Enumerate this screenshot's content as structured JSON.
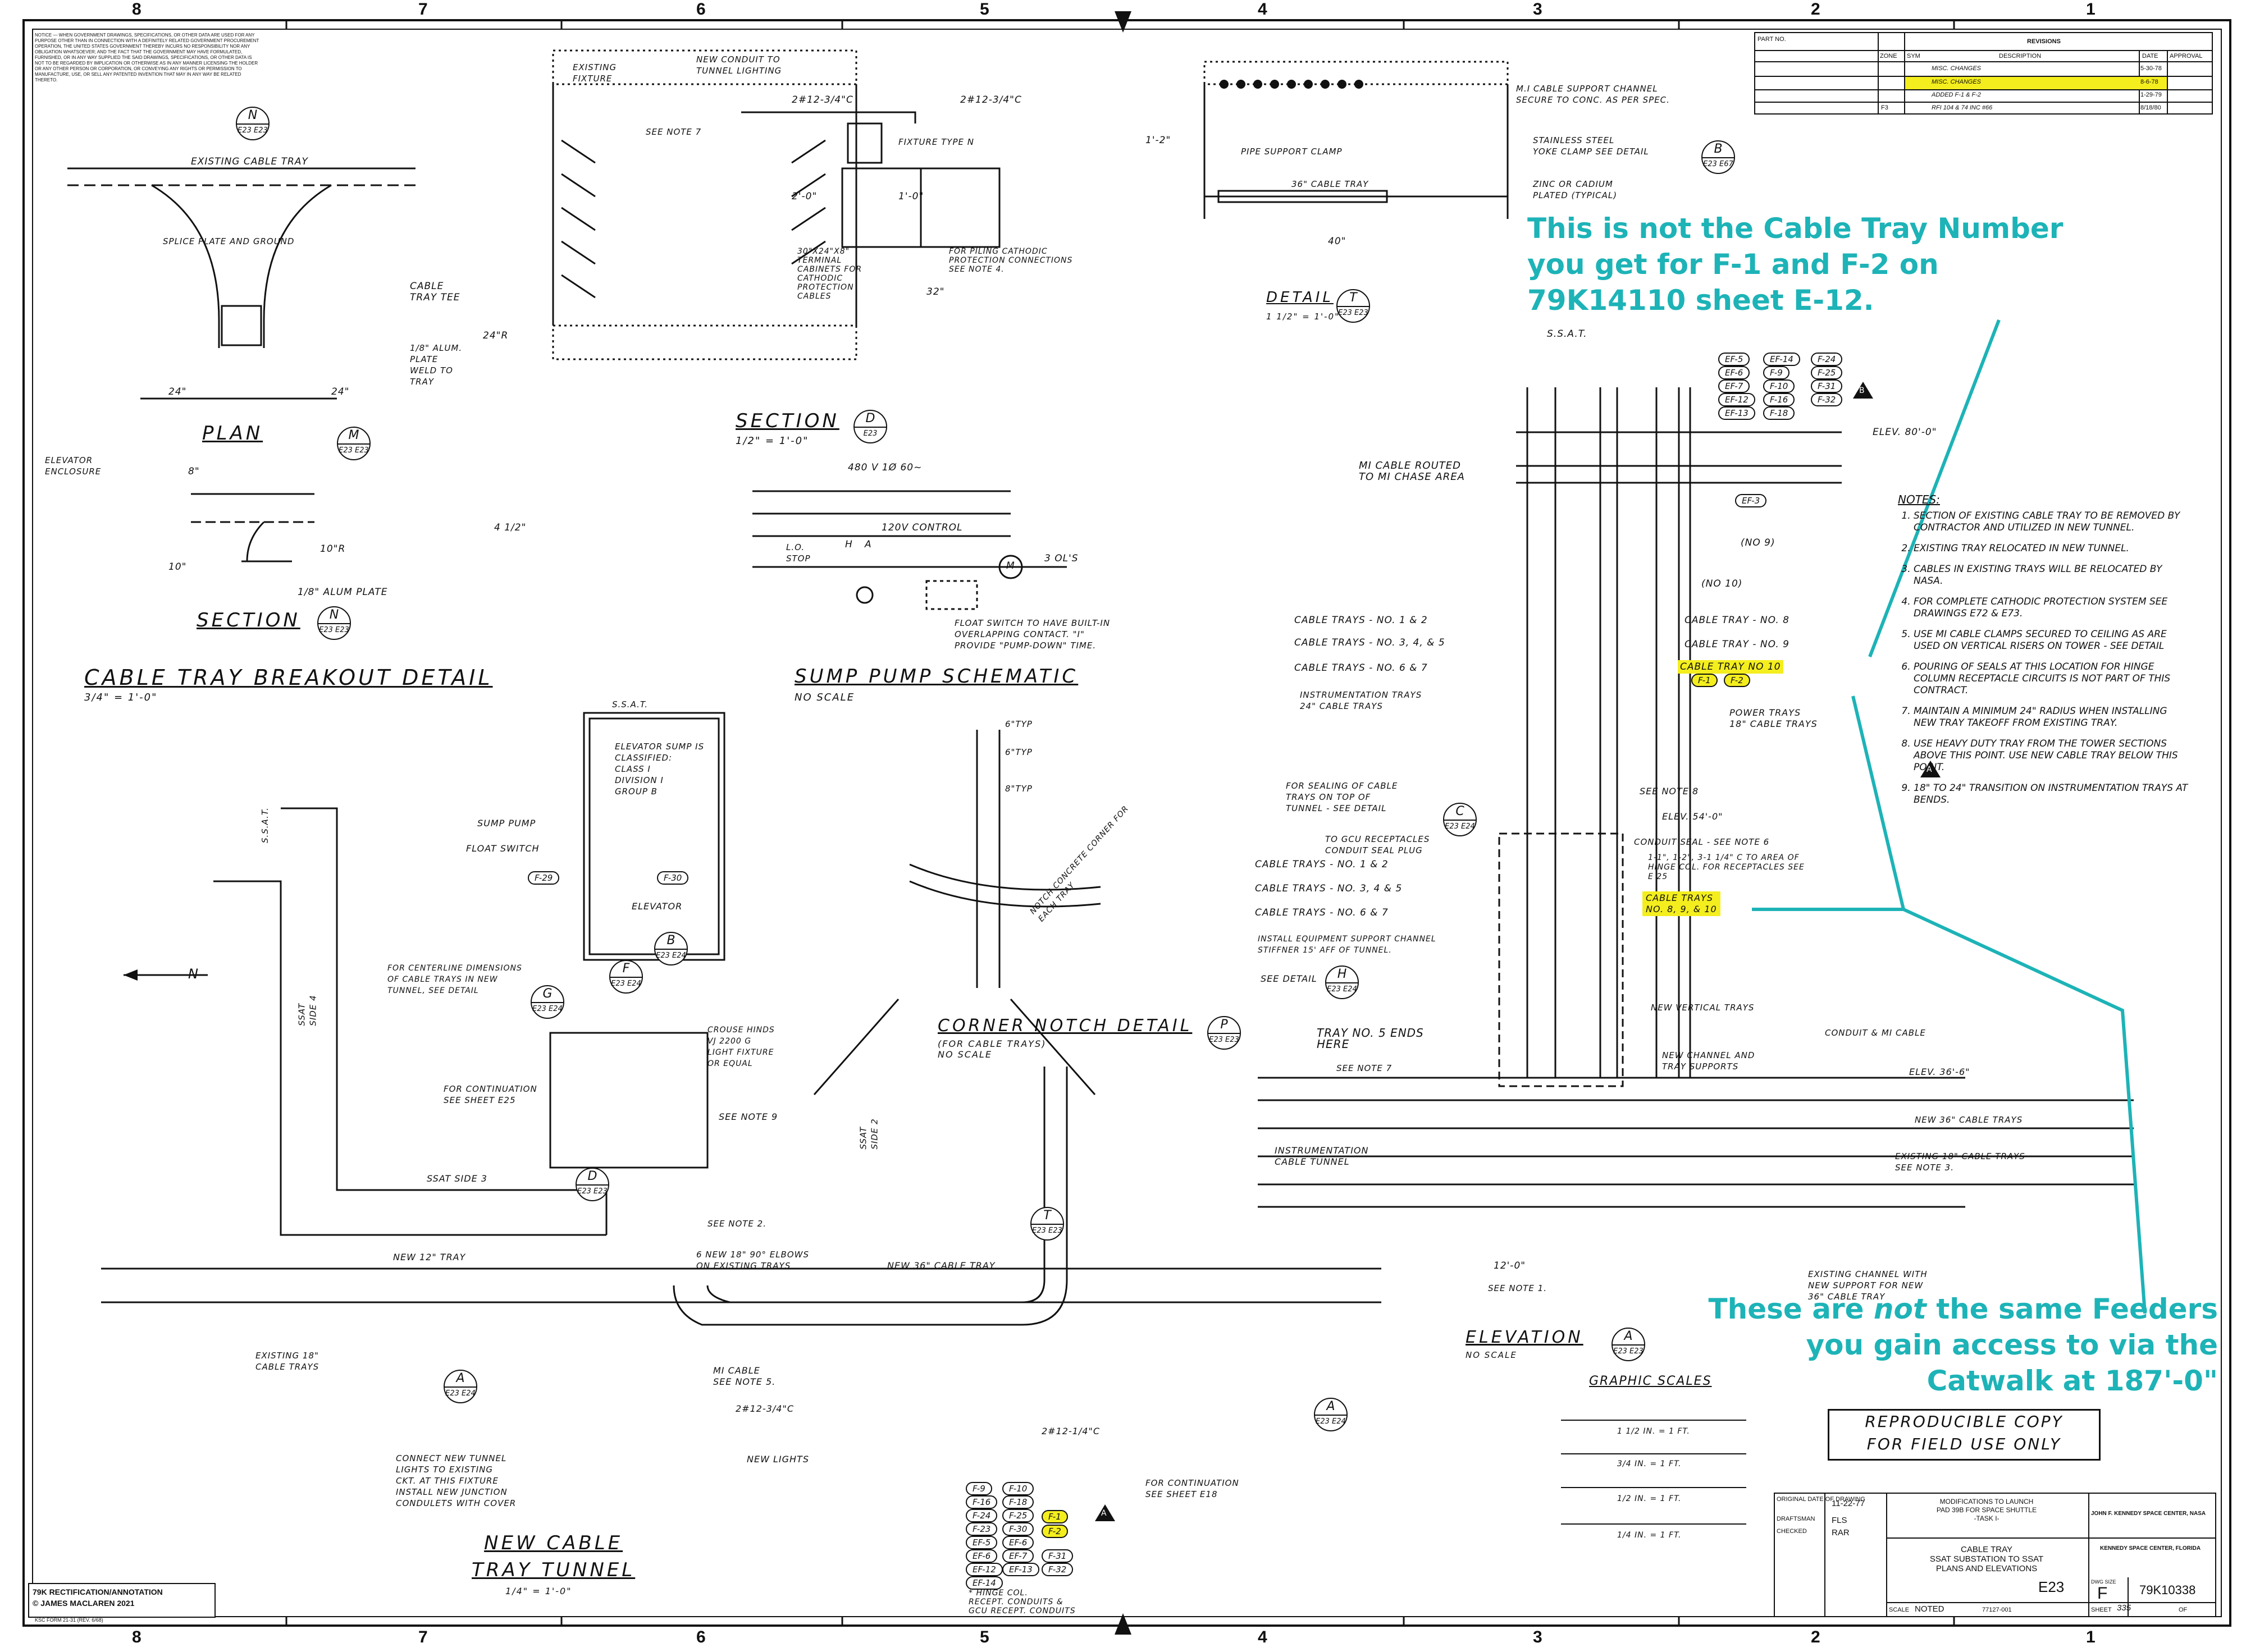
{
  "border": {
    "zones_top": [
      "8",
      "7",
      "6",
      "5",
      "4",
      "3",
      "2",
      "1"
    ],
    "zones_bottom": [
      "8",
      "7",
      "6",
      "5",
      "4",
      "3",
      "2",
      "1"
    ]
  },
  "notice": "NOTICE — WHEN GOVERNMENT DRAWINGS, SPECIFICATIONS, OR OTHER DATA ARE USED FOR ANY PURPOSE OTHER THAN IN CONNECTION WITH A DEFINITELY RELATED GOVERNMENT PROCUREMENT OPERATION, THE UNITED STATES GOVERNMENT THEREBY INCURS NO RESPONSIBILITY NOR ANY OBLIGATION WHATSOEVER; AND THE FACT THAT THE GOVERNMENT MAY HAVE FORMULATED, FURNISHED, OR IN ANY WAY SUPPLIED THE SAID DRAWINGS, SPECIFICATIONS, OR OTHER DATA IS NOT TO BE REGARDED BY IMPLICATION OR OTHERWISE AS IN ANY MANNER LICENSING THE HOLDER OR ANY OTHER PERSON OR CORPORATION, OR CONVEYING ANY RIGHTS OR PERMISSION TO MANUFACTURE, USE, OR SELL ANY PATENTED INVENTION THAT MAY IN ANY WAY BE RELATED THERETO.",
  "revisions": {
    "header": "REVISIONS",
    "part_no": "PART NO.",
    "cols": [
      "ZONE",
      "SYM",
      "DESCRIPTION",
      "DATE",
      "APPROVAL"
    ],
    "rows": [
      {
        "zone": "",
        "sym": "",
        "desc": "MISC. CHANGES",
        "date": "5-30-78",
        "hl": false
      },
      {
        "zone": "",
        "sym": "",
        "desc": "MISC. CHANGES",
        "date": "8-6-78",
        "hl": false
      },
      {
        "zone": "",
        "sym": "",
        "desc": "ADDED F-1 & F-2",
        "date": "1-29-79",
        "hl": true
      },
      {
        "zone": "F3",
        "sym": "",
        "desc": "RFI 104 & 74 INC #66",
        "date": "8/18/80",
        "hl": false
      }
    ]
  },
  "breakout": {
    "title": "CABLE TRAY BREAKOUT DETAIL",
    "scale": "3/4\" = 1'-0\"",
    "existing_tray": "EXISTING CABLE TRAY",
    "splice": "SPLICE PLATE AND GROUND",
    "tee": "CABLE\nTRAY TEE",
    "radius": "24\"R",
    "plate": "1/8\" ALUM.\nPLATE\nWELD TO\nTRAY",
    "dim_left": "24\"",
    "dim_right": "24\"",
    "plan": "PLAN",
    "elevator_enclosure": "ELEVATOR\nENCLOSURE",
    "radius2": "10\"R",
    "alum_plate": "1/8\" ALUM PLATE",
    "section": "SECTION",
    "dim_8": "8\"",
    "dim_10": "10\"",
    "dim_4": "4 1/2\""
  },
  "fixture_detail": {
    "existing_fixture": "EXISTING\nFIXTURE",
    "new_conduit": "NEW CONDUIT TO\nTUNNEL LIGHTING",
    "conduit_1": "2#12-3/4\"C",
    "conduit_2": "2#12-3/4\"C",
    "see_note_7": "SEE NOTE 7",
    "fixture_type": "FIXTURE TYPE N",
    "dim_2": "2'-0\"",
    "dim_1": "1'-0\"",
    "terminal": "30\"x24\"x8\"\nTERMINAL\nCABINETS FOR\nCATHODIC\nPROTECTION\nCABLES",
    "piling": "FOR PILING CATHODIC\nPROTECTION CONNECTIONS\nSEE NOTE 4.",
    "dim_32": "32\""
  },
  "section_d": {
    "title": "SECTION",
    "scale": "1/2\" = 1'-0\"",
    "v480": "480 V 1Ø 60~",
    "v120": "120V CONTROL",
    "lo_stop": "L.O.\nSTOP",
    "h": "H",
    "a": "A",
    "ols": "3 OL'S",
    "float_note": "FLOAT SWITCH TO HAVE BUILT-IN\nOVERLAPPING CONTACT. \"I\"\nPROVIDE \"PUMP-DOWN\" TIME.",
    "m": "M",
    "schematic_title": "SUMP PUMP SCHEMATIC",
    "no_scale": "NO SCALE"
  },
  "support_detail": {
    "mi_channel": "M.I CABLE SUPPORT CHANNEL\nSECURE TO CONC. AS PER SPEC.",
    "stainless": "STAINLESS STEEL\nYOKE CLAMP SEE DETAIL",
    "zinc": "ZINC OR CADIUM\nPLATED (TYPICAL)",
    "pipe_clamp": "PIPE SUPPORT CLAMP",
    "tray_36": "36\" CABLE TRAY",
    "dim_40": "40\"",
    "dim_12": "1'-2\"",
    "detail": "DETAIL",
    "detail_scale": "1 1/2\" = 1'-0\""
  },
  "annotations": {
    "top": "This is not the Cable Tray Number\nyou get for F-1 and F-2 on\n79K14110 sheet E-12.",
    "bottom_pre": "These are ",
    "bottom_em": "not",
    "bottom_post": " the same Feeders\nyou gain access to via the\nCatwalk at 187'-0\""
  },
  "feeders_top": [
    [
      "EF-5",
      "EF-14",
      "F-24"
    ],
    [
      "EF-6",
      "F-9",
      "F-25"
    ],
    [
      "EF-7",
      "F-10",
      "F-31"
    ],
    [
      "EF-12",
      "F-16",
      "F-32"
    ],
    [
      "EF-13",
      "F-18",
      ""
    ]
  ],
  "elevation": {
    "ssat": "S.S.A.T.",
    "elev80": "ELEV. 80'-0\"",
    "mi_routed": "MI CABLE ROUTED\nTO MI CHASE AREA",
    "ef3": "EF-3",
    "no9": "(No 9)",
    "no10": "(No 10)",
    "trays_12": "CABLE TRAYS - No. 1 & 2",
    "trays_345": "CABLE TRAYS - No. 3, 4, & 5",
    "trays_67": "CABLE TRAYS - No. 6 & 7",
    "instr": "INSTRUMENTATION TRAYS\n24\" CABLE TRAYS",
    "tray8": "CABLE TRAY - No. 8",
    "tray9": "CABLE TRAY  - No. 9",
    "tray10": "CABLE TRAY  No 10",
    "f1": "F-1",
    "f2": "F-2",
    "power": "POWER TRAYS\n18\" CABLE TRAYS",
    "sealing": "FOR SEALING OF CABLE\nTRAYS ON TOP OF\nTUNNEL - SEE DETAIL",
    "see_note8": "SEE NOTE 8",
    "elev54": "ELEV. 54'-0\"",
    "gcu": "TO GCU RECEPTACLES\nCONDUIT SEAL PLUG",
    "conduit_seal": "CONDUIT SEAL - SEE NOTE 6",
    "hinge": "1-1\", 1-2\", 3-1 1/4\" C TO AREA OF\nHINGE COL. FOR RECEPTACLES SEE\nE 25",
    "lower_12": "CABLE TRAYS - No. 1 & 2",
    "lower_345": "CABLE TRAYS - No. 3, 4 & 5",
    "lower_67": "CABLE TRAYS - No. 6 & 7",
    "trays_8910": "CABLE TRAYS\nNo. 8, 9, & 10",
    "install": "INSTALL EQUIPMENT SUPPORT CHANNEL\nSTIFFNER 15' AFF OF TUNNEL.",
    "see_detail": "SEE DETAIL",
    "new_vertical": "NEW VERTICAL TRAYS",
    "tray5_ends": "TRAY NO. 5 ENDS\nHERE",
    "see_note7": "SEE NOTE 7",
    "new_channel": "NEW CHANNEL AND\nTRAY SUPPORTS",
    "conduit_mi": "CONDUIT & MI CABLE",
    "elev36": "ELEV. 36'-6\"",
    "new36": "NEW    36\" CABLE TRAYS",
    "instr_tunnel": "INSTRUMENTATION\nCABLE TUNNEL",
    "existing18": "EXISTING 18\" CABLE TRAYS\nSEE NOTE 3.",
    "dim_12": "12'-0\"",
    "see_note1": "SEE NOTE 1.",
    "existing_channel": "EXISTING CHANNEL WITH\nNEW SUPPORT FOR NEW\n36\" CABLE TRAY",
    "title": "ELEVATION",
    "no_scale": "NO SCALE"
  },
  "notes": {
    "title": "NOTES:",
    "items": [
      "SECTION OF EXISTING CABLE TRAY TO BE REMOVED BY CONTRACTOR AND UTILIZED IN NEW TUNNEL.",
      "EXISTING TRAY RELOCATED IN NEW TUNNEL.",
      "CABLES IN EXISTING TRAYS WILL BE RELOCATED BY NASA.",
      "FOR COMPLETE CATHODIC PROTECTION SYSTEM SEE DRAWINGS E72 & E73.",
      "USE MI CABLE CLAMPS SECURED TO CEILING AS ARE USED ON VERTICAL RISERS ON TOWER - SEE DETAIL",
      "POURING OF SEALS AT THIS LOCATION FOR HINGE COLUMN RECEPTACLE CIRCUITS IS NOT PART OF THIS CONTRACT.",
      "MAINTAIN A MINIMUM 24\" RADIUS WHEN INSTALLING NEW TRAY TAKEOFF FROM EXISTING TRAY.",
      "USE HEAVY DUTY TRAY FROM THE TOWER SECTIONS ABOVE THIS POINT. USE NEW CABLE TRAY BELOW THIS POINT.",
      "18\" TO 24\" TRANSITION ON INSTRUMENTATION TRAYS AT BENDS."
    ]
  },
  "elevator_plan": {
    "ssat": "S.S.A.T.",
    "sump_note": "ELEVATOR SUMP IS\nCLASSIFIED:\nCLASS I\nDIVISION I\nGROUP B",
    "sump_pump": "SUMP PUMP",
    "float_switch": "FLOAT SWITCH",
    "f29": "F-29",
    "f30": "F-30",
    "elevator": "ELEVATOR",
    "centerline": "FOR CENTERLINE DIMENSIONS\nOF CABLE TRAYS IN NEW\nTUNNEL, SEE DETAIL",
    "n": "N",
    "ssat_side4": "SSAT\nSIDE 4",
    "ssat_side3": "SSAT SIDE 3",
    "ssat_side2": "SSAT\nSIDE 2",
    "ssat_left": "S.S.A.T.",
    "continuation": "FOR CONTINUATION\nSEE SHEET E25",
    "crouse": "CROUSE HINDS\nVJ 2200 G\nLIGHT FIXTURE\nOR EQUAL",
    "see_note9": "SEE NOTE 9",
    "see_note2": "SEE NOTE 2.",
    "elbows": "6 NEW 18\" 90° ELBOWS\nON EXISTING TRAYS",
    "new36": "NEW 36\" CABLE TRAY",
    "new12": "NEW 12\" TRAY",
    "existing18": "EXISTING 18\"\nCABLE TRAYS",
    "mi_cable": "MI CABLE\nSEE NOTE 5.",
    "c1": "2#12-3/4\"C",
    "c2": "2#12-1/4\"C",
    "new_lights": "NEW LIGHTS",
    "connect": "CONNECT NEW TUNNEL\nLIGHTS TO EXISTING\nCKT. AT THIS FIXTURE\nINSTALL NEW JUNCTION\nCONDULETS WITH COVER",
    "cont_e18": "FOR CONTINUATION\nSEE SHEET E18",
    "title": "NEW CABLE\nTRAY TUNNEL",
    "scale": "1/4\" = 1'-0\"",
    "corner_title": "CORNER NOTCH DETAIL",
    "corner_sub": "(FOR CABLE TRAYS)\nNO SCALE",
    "notch_note": "NOTCH CONCRETE CORNER FOR\nEACH TRAY",
    "typ6": "6\"TYP",
    "typ6b": "6\"TYP",
    "typ8": "8\"TYP",
    "hinge_note": "* HINGE COL.\nRECEPT. CONDUITS &\nGCU RECEPT. CONDUITS"
  },
  "feeders_bottom": [
    {
      "a": "F-9",
      "b": "F-10",
      "c": "",
      "hl": false
    },
    {
      "a": "F-16",
      "b": "F-18",
      "c": "",
      "hl": false
    },
    {
      "a": "F-24",
      "b": "F-25",
      "c": "F-1",
      "hl": true
    },
    {
      "a": "F-23",
      "b": "F-30",
      "c": "F-2",
      "hl": true
    },
    {
      "a": "EF-5",
      "b": "EF-6",
      "c": "",
      "hl": false
    },
    {
      "a": "EF-6",
      "b": "EF-7",
      "c": "F-31",
      "hl": false
    },
    {
      "a": "EF-12",
      "b": "EF-13",
      "c": "F-32",
      "hl": false
    },
    {
      "a": "EF-14",
      "b": "",
      "c": "",
      "hl": false
    }
  ],
  "scales": {
    "title": "GRAPHIC SCALES",
    "s1": "1 1/2 IN. = 1 FT.",
    "s2": "3/4 IN. = 1 FT.",
    "s3": "1/2 IN. = 1 FT.",
    "s4": "1/4 IN. = 1 FT."
  },
  "stamp": "REPRODUCIBLE COPY\nFOR FIELD USE ONLY",
  "title_block": {
    "original_date_lbl": "ORIGINAL DATE\nOF DRAWING",
    "original_date": "11-22-77",
    "draftsman": "DRAFTSMAN",
    "draftsman_val": "FLS",
    "checked": "CHECKED",
    "checked_val": "RAR",
    "project": "MODIFICATIONS TO LAUNCH\nPAD 39B  FOR SPACE SHUTTLE\n-TASK I-",
    "center": "JOHN F. KENNEDY SPACE CENTER, NASA",
    "location": "KENNEDY SPACE CENTER, FLORIDA",
    "title": "CABLE TRAY\nSSAT SUBSTATION TO SSAT\nPLANS AND ELEVATIONS",
    "sheet_id": "E23",
    "size_lbl": "DWG SIZE",
    "size": "F",
    "dwg_no": "79K10338",
    "scale_lbl": "SCALE",
    "scale": "NOTED",
    "date": "77127-001",
    "sheet_lbl": "SHEET",
    "sheet": "335",
    "of": "OF"
  },
  "footer": {
    "rect": "79K RECTIFICATION/ANNOTATION",
    "copy": "© JAMES MACLAREN 2021",
    "form": "KSC FORM 21-31 (REV. 6/68)"
  }
}
